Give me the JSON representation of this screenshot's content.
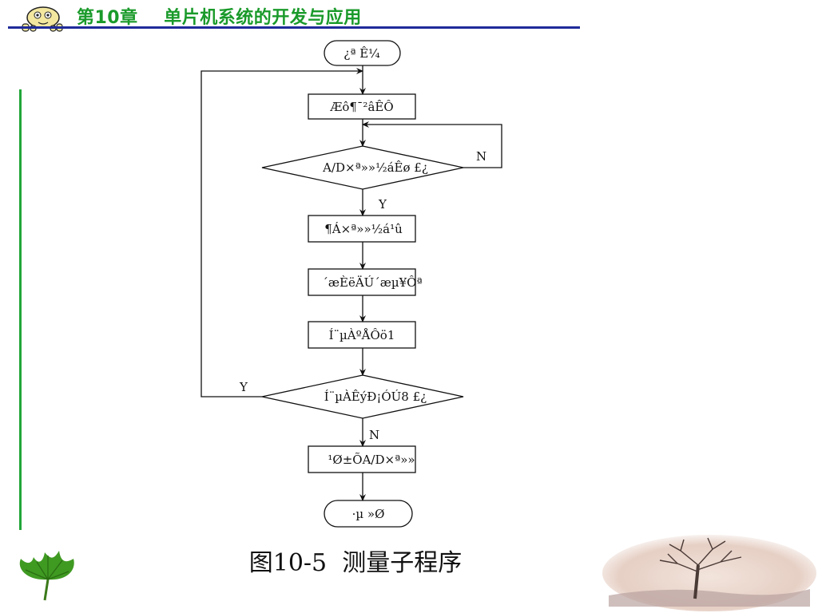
{
  "header": {
    "title": "第10章    单片机系统的开发与应用"
  },
  "flowchart": {
    "start": "¿ª  Ê¼",
    "step1": "Æô¶¯²âÊÔ",
    "decision1": "A/D×ª»»½áÊø £¿",
    "step2": "¶Á×ª»»½á¹û",
    "step3": "´æÈëÄÚ´æµ¥Ôª",
    "step4": "Í¨µÀºÅÔö1",
    "decision2": "Í¨µÀÊýÐ¡ÓÚ8 £¿",
    "step5": "¹Ø±ÕA/D×ª»»",
    "end": "·µ  »Ø",
    "label_n1": "N",
    "label_y1": "Y",
    "label_y2": "Y",
    "label_n2": "N"
  },
  "caption": "图10-5  测量子程序",
  "colors": {
    "header_text": "#1a9a2a",
    "header_rule": "#1f2b9a",
    "side_bar": "#22a63a"
  },
  "icons": {
    "mascot": "cartoon-face-icon",
    "leaf": "leaf-icon",
    "tree": "tree-photo"
  }
}
